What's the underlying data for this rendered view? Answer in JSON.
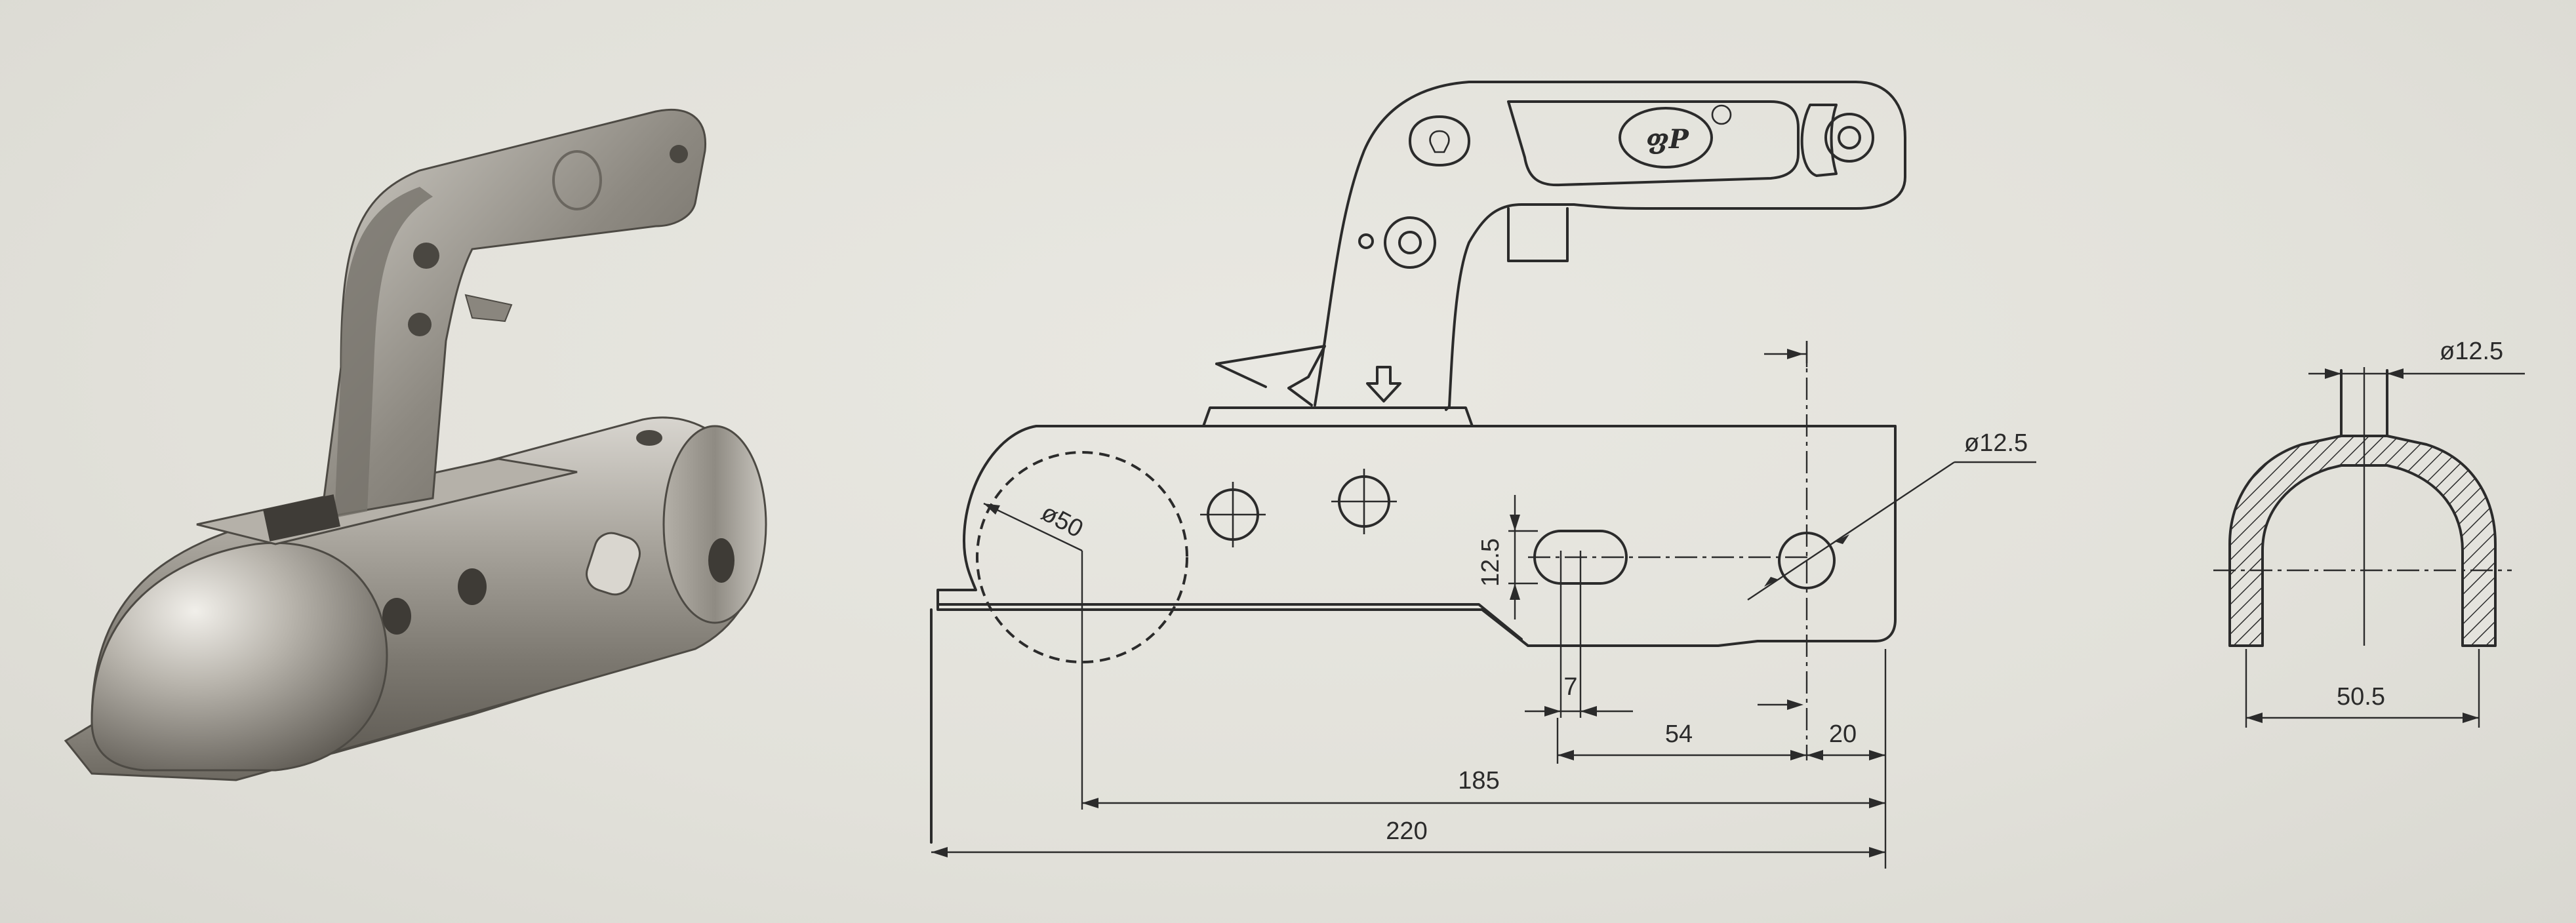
{
  "drawing": {
    "dimensions": {
      "ball_diameter": "ø50",
      "hole_diameter_side": "ø12.5",
      "slot_height": "12.5",
      "slot_width": "7",
      "slot_to_hole": "54",
      "hole_to_end": "20",
      "ball_center_to_end": "185",
      "overall_length": "220",
      "hole_diameter_section": "ø12.5",
      "section_width": "50.5"
    }
  },
  "colors": {
    "background": "#e4e3dd",
    "line": "#2b2b2b",
    "metal_light": "#c9c6bf",
    "metal_dark": "#6e6a63"
  }
}
